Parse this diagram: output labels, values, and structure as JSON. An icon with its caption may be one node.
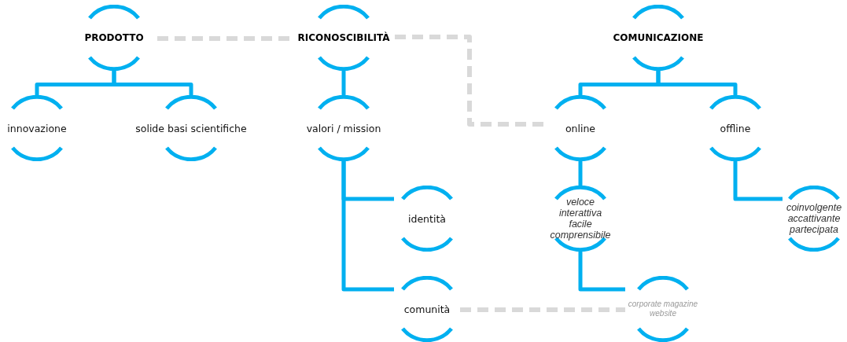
{
  "diagram": {
    "nodes": [
      {
        "text": [
          "PRODOTTO"
        ]
      },
      {
        "text": [
          "innovazione"
        ]
      },
      {
        "text": [
          "solide basi scientifiche"
        ]
      },
      {
        "text": [
          "RICONOSCIBILITÀ"
        ]
      },
      {
        "text": [
          "valori / mission"
        ]
      },
      {
        "text": [
          "identità"
        ]
      },
      {
        "text": [
          "comunità"
        ]
      },
      {
        "text": [
          "COMUNICAZIONE"
        ]
      },
      {
        "text": [
          "online"
        ]
      },
      {
        "text": [
          "offline"
        ]
      },
      {
        "text": [
          "veloce interattiva facile comprensibile"
        ]
      },
      {
        "text": [
          "coinvolgente accattivante partecipata"
        ]
      },
      {
        "text": [
          "corporate magazine website"
        ]
      }
    ],
    "edges": [
      {
        "from": 0,
        "to": 1,
        "arrow": "none"
      },
      {
        "from": 0,
        "to": 2,
        "arrow": "none"
      },
      {
        "from": 3,
        "to": 4,
        "arrow": "none"
      },
      {
        "from": 4,
        "to": 5,
        "arrow": "none"
      },
      {
        "from": 4,
        "to": 6,
        "arrow": "none"
      },
      {
        "from": 7,
        "to": 8,
        "arrow": "none"
      },
      {
        "from": 7,
        "to": 9,
        "arrow": "none"
      },
      {
        "from": 8,
        "to": 10,
        "arrow": "none"
      },
      {
        "from": 9,
        "to": 11,
        "arrow": "none"
      },
      {
        "from": 10,
        "to": 12,
        "arrow": "none"
      },
      {
        "from": 0,
        "to": 3,
        "arrow": "none",
        "style": "dashed",
        "color": "#d9d9d9"
      },
      {
        "from": 3,
        "to": 8,
        "arrow": "none",
        "style": "dashed",
        "color": "#d9d9d9"
      },
      {
        "from": 6,
        "to": 12,
        "arrow": "none",
        "style": "dashed",
        "color": "#d9d9d9"
      }
    ]
  }
}
